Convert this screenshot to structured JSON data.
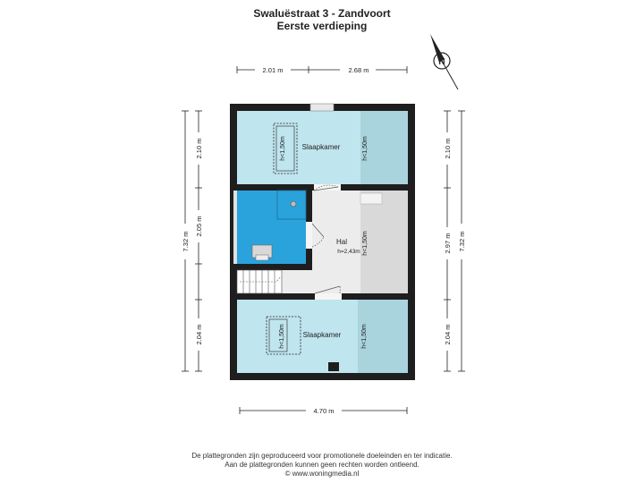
{
  "header": {
    "address": "Swaluëstraat 3 - Zandvoort",
    "floor": "Eerste verdieping"
  },
  "compass": {
    "label": "N",
    "icon": "compass-north-icon"
  },
  "dimensions": {
    "top_left": "2.01 m",
    "top_right": "2.68 m",
    "bottom": "4.70 m",
    "left_upper": "2.10 m",
    "left_middle": "2.05 m",
    "left_lower": "2.04 m",
    "left_total": "7.32 m",
    "right_upper": "2.10 m",
    "right_middle": "2.97 m",
    "right_lower": "2.04 m",
    "right_total": "7.32 m"
  },
  "rooms": {
    "top_bedroom": {
      "name": "Slaapkamer",
      "height_left": "h<1,50m",
      "height_right": "h<1,50m"
    },
    "hall": {
      "name": "Hal",
      "height": "h=2,43m",
      "height_low": "h<1,50m"
    },
    "bottom_bedroom": {
      "name": "Slaapkamer",
      "height_left": "h<1,50m",
      "height_right": "h<1,50m"
    }
  },
  "colors": {
    "wall": "#1e1e1e",
    "bedroom": "#bfe5ee",
    "bedroom_low": "#a9d4de",
    "hall": "#ececec",
    "hall_low": "#d9d9d9",
    "bathroom": "#2aa3dc"
  },
  "footer": {
    "line1": "De plattegronden zijn geproduceerd voor promotionele doeleinden en ter indicatie.",
    "line2": "Aan de plattegronden kunnen geen rechten worden ontleend.",
    "line3": "www.woningmedia.nl",
    "copyright_icon": "copyright-icon"
  }
}
